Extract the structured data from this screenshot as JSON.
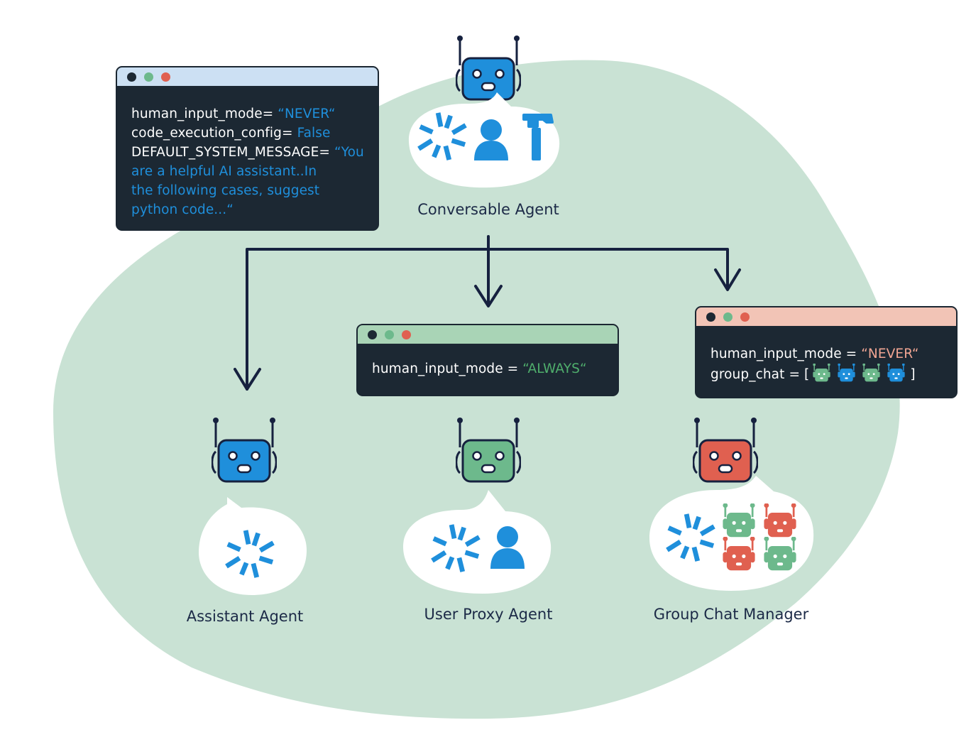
{
  "palette": {
    "blob": "#c9e2d4",
    "navy": "#16213f",
    "dark": "#1c2833",
    "blue": "#1f8fdb",
    "green": "#6db98c",
    "red": "#e06050",
    "peach": "#f2c4b6",
    "lightblue": "#cce0f3",
    "lightgreen": "#a9d4b6"
  },
  "top_code": {
    "line1_key": "human_input_mode= ",
    "line1_val": "“NEVER“",
    "line2_key": "code_execution_config= ",
    "line2_val": "False",
    "line3_key": "DEFAULT_SYSTEM_MESSAGE= ",
    "line3_val": "“You",
    "line4_val": "are a helpful AI assistant..In",
    "line5_val": "the following cases, suggest",
    "line6_val": "python code...“"
  },
  "middle_code": {
    "line1_key": "human_input_mode = ",
    "line1_val": "“ALWAYS“"
  },
  "right_code": {
    "line1_key": "human_input_mode = ",
    "line1_val": "“NEVER“",
    "line2_key": "group_chat = [",
    "line2_end": "]"
  },
  "labels": {
    "conversable": "Conversable Agent",
    "assistant": "Assistant Agent",
    "user_proxy": "User Proxy Agent",
    "group_chat": "Group Chat Manager"
  },
  "icons": {
    "robot": "robot-icon",
    "spark": "openai-spark-icon",
    "person": "person-icon",
    "hammer": "hammer-icon"
  }
}
